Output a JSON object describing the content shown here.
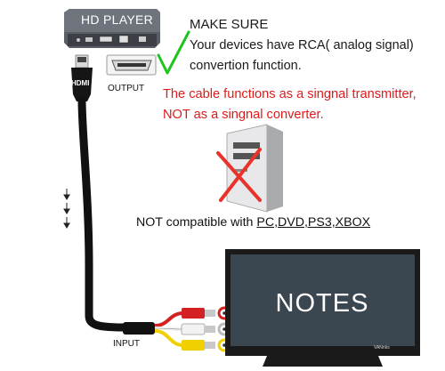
{
  "player": {
    "title": "HD PLAYER",
    "output_label": "OUTPUT"
  },
  "notice": {
    "heading": "MAKE SURE",
    "line1": "Your devices have RCA( analog signal)",
    "line2": "convertion function."
  },
  "warning": {
    "line1": "The cable functions as a singnal transmitter,",
    "line2": "NOT as a singnal converter."
  },
  "compat": {
    "prefix": "NOT compatible with ",
    "devices": "PC,DVD,PS3,XBOX"
  },
  "tv": {
    "screen_text": "NOTES",
    "brand": "VANnks"
  },
  "cable": {
    "hdmi_label": "HDMI",
    "input_label": "INPUT"
  },
  "colors": {
    "warning_red": "#e01a1a",
    "check_green": "#1fc41f",
    "cross_red": "#e8322a",
    "rca_red": "#d42020",
    "rca_white": "#f2f2f2",
    "rca_yellow": "#f0d000",
    "tv_screen": "#3a4650"
  },
  "icons": [
    "checkmark-icon",
    "cross-icon",
    "pc-tower-icon",
    "hd-player-box-icon",
    "hdmi-plug-icon",
    "rca-plugs-icon",
    "television-icon",
    "down-arrows-icon"
  ]
}
